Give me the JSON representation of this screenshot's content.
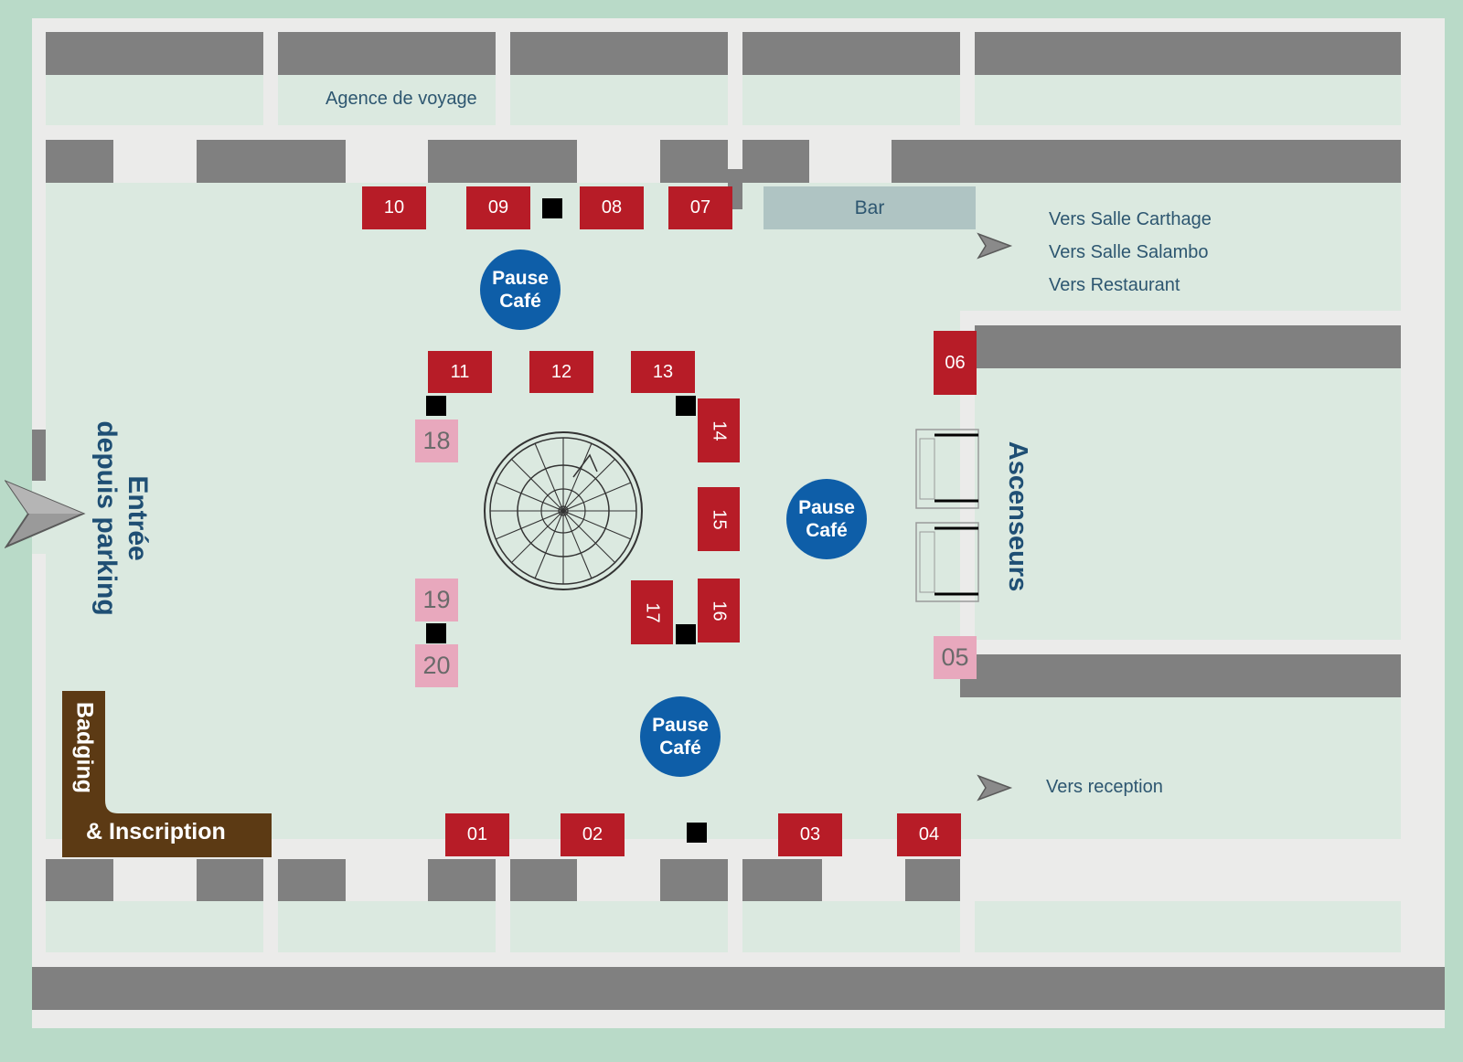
{
  "labels": {
    "agence": "Agence de voyage",
    "bar": "Bar",
    "vers_carthage": "Vers Salle Carthage",
    "vers_salambo": "Vers Salle Salambo",
    "vers_restaurant": "Vers Restaurant",
    "vers_reception": "Vers reception",
    "ascenseurs": "Ascenseurs",
    "entree_line1": "Entrée",
    "entree_line2": "depuis parking",
    "badging": "Badging",
    "inscription": "& Inscription"
  },
  "pause_cafe": "Pause\nCafé",
  "booths": {
    "b01": "01",
    "b02": "02",
    "b03": "03",
    "b04": "04",
    "b05": "05",
    "b06": "06",
    "b07": "07",
    "b08": "08",
    "b09": "09",
    "b10": "10",
    "b11": "11",
    "b12": "12",
    "b13": "13",
    "b14": "14",
    "b15": "15",
    "b16": "16",
    "b17": "17",
    "b18": "18",
    "b19": "19",
    "b20": "20"
  },
  "colors": {
    "booth_red": "#b71c27",
    "booth_pink": "#e8a8bd",
    "pause_blue": "#0e5ea8",
    "badging_brown": "#5c3a14",
    "bar_gray": "#afc4c3",
    "wall_gray": "#808080",
    "floor": "#dbe9e0"
  },
  "icons": [
    "entrance-arrow-icon",
    "direction-arrow-icon",
    "fountain-icon",
    "elevator-icon",
    "pillar-icon"
  ]
}
